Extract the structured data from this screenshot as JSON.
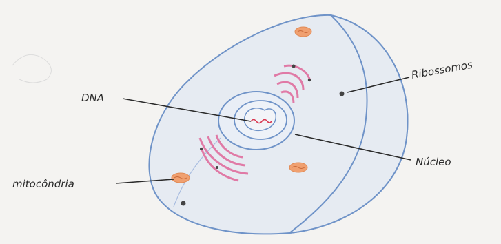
{
  "diagram": {
    "labels": {
      "dna": "DNA",
      "ribossomos": "Ribossomos",
      "nucleo": "Núcleo",
      "mitocondria": "mitocôndria"
    },
    "colors": {
      "paper": "#f4f3f1",
      "cell_outline": "#6f93c8",
      "cell_fill": "#e6ebf2",
      "cut_face": "#d8e2ef",
      "reticulum": "#e07aa6",
      "mitochondria": "#f0a070",
      "ink": "#2a2a2a"
    }
  }
}
